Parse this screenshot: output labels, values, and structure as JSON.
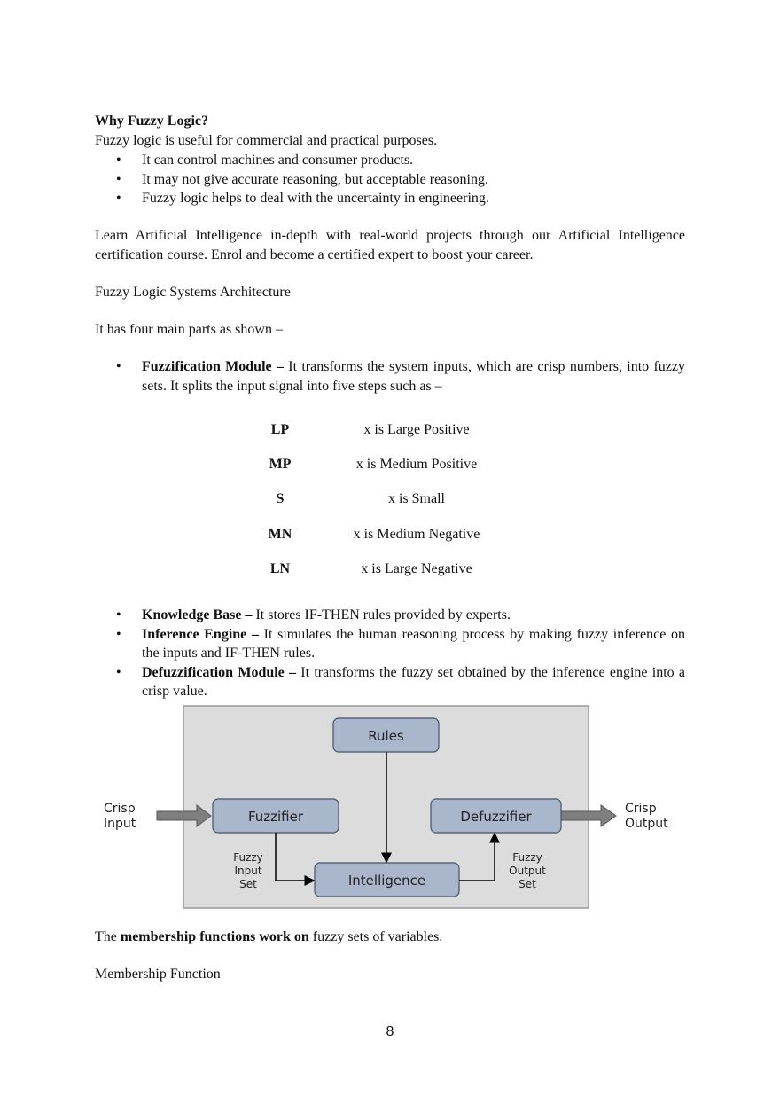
{
  "section1": {
    "title": "Why Fuzzy Logic?",
    "intro": "Fuzzy logic is useful for commercial and practical purposes.",
    "bullets": [
      "It can control machines and consumer products.",
      "It may not give accurate reasoning, but acceptable reasoning.",
      "Fuzzy logic helps to deal with the uncertainty in engineering."
    ]
  },
  "promo": "Learn Artificial Intelligence in-depth with real-world projects through our Artificial Intelligence certification course. Enrol and become a certified expert to boost your career.",
  "architecture": {
    "heading": "Fuzzy Logic Systems Architecture",
    "intro": "It has four main parts as shown –",
    "fuzzification": {
      "term": "Fuzzification Module –",
      "text": " It transforms the system inputs, which are crisp numbers, into fuzzy sets. It splits the input signal into five steps such as –"
    },
    "steps": [
      {
        "code": "LP",
        "desc": "x is Large Positive"
      },
      {
        "code": "MP",
        "desc": "x is Medium Positive"
      },
      {
        "code": "S",
        "desc": "x is Small"
      },
      {
        "code": "MN",
        "desc": "x is Medium Negative"
      },
      {
        "code": "LN",
        "desc": "x is Large Negative"
      }
    ],
    "parts": [
      {
        "term": "Knowledge Base –",
        "text": " It stores IF-THEN rules provided by experts."
      },
      {
        "term": "Inference Engine –",
        "text": " It simulates the human reasoning process by making fuzzy inference on the inputs and IF-THEN rules."
      },
      {
        "term": "Defuzzification Module –",
        "text": " It transforms the fuzzy set obtained by the inference engine into a crisp value."
      }
    ]
  },
  "diagram": {
    "rules": "Rules",
    "fuzzifier": "Fuzzifier",
    "defuzzifier": "Defuzzifier",
    "intelligence": "Intelligence",
    "crisp_input": [
      "Crisp",
      "Input"
    ],
    "crisp_output": [
      "Crisp",
      "Output"
    ],
    "fuzzy_input_set": [
      "Fuzzy",
      "Input",
      "Set"
    ],
    "fuzzy_output_set": [
      "Fuzzy",
      "Output",
      "Set"
    ],
    "colors": {
      "panel": "#dcdcdc",
      "box": "#aab6cc",
      "arrow": "#7f7f7f"
    }
  },
  "membership_line": {
    "prefix": "The ",
    "bold": "membership functions work on",
    "suffix": " fuzzy sets of variables."
  },
  "membership_heading": "Membership Function",
  "page_number": "8"
}
